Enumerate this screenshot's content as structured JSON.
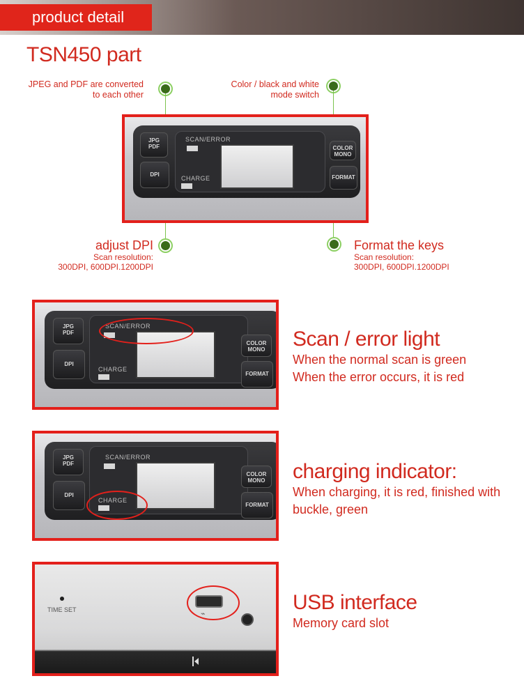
{
  "header": {
    "tab_label": "product detail"
  },
  "part_title": "TSN450 part",
  "callouts": {
    "top_left": [
      "JPEG and PDF are converted",
      "to each other"
    ],
    "top_right": [
      "Color / black and white",
      "mode switch"
    ],
    "bottom_left": {
      "title": "adjust DPI",
      "lines": [
        "Scan resolution:",
        "300DPI, 600DPI.1200DPI"
      ]
    },
    "bottom_right": {
      "title": "Format the keys",
      "lines": [
        "Scan resolution:",
        "300DPI, 600DPI.1200DPI"
      ]
    }
  },
  "device": {
    "jpg": "JPG",
    "pdf": "PDF",
    "dpi": "DPI",
    "color": "COLOR",
    "mono": "MONO",
    "format": "FORMAT",
    "scan_error": "SCAN/ERROR",
    "charge": "CHARGE",
    "time_set": "TIME SET"
  },
  "sections": {
    "scan_error": {
      "title": "Scan / error light",
      "lines": [
        "When the normal scan is green",
        "When the error occurs, it is red"
      ]
    },
    "charging": {
      "title": "charging indicator:",
      "lines": [
        "When charging, it is red, finished with",
        "buckle, green"
      ]
    },
    "usb": {
      "title": "USB interface",
      "lines": [
        "Memory card slot"
      ]
    }
  },
  "colors": {
    "accent_red": "#e3201b",
    "callout_green": "#7bc34e"
  }
}
